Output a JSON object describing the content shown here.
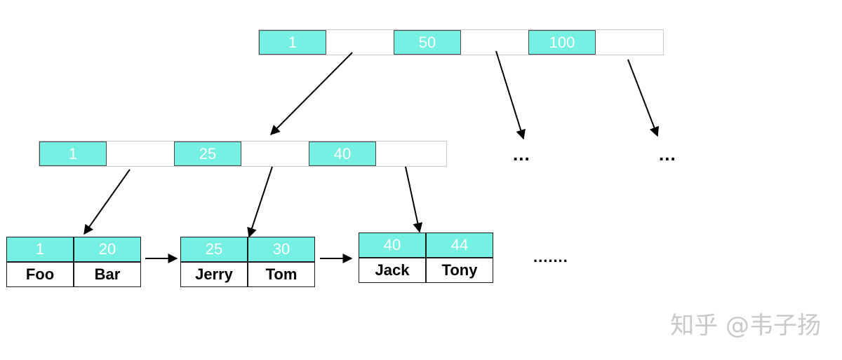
{
  "root": {
    "keys": [
      "1",
      "50",
      "100"
    ]
  },
  "internal": {
    "keys": [
      "1",
      "25",
      "40"
    ]
  },
  "leaves": [
    {
      "keys": [
        "1",
        "20"
      ],
      "values": [
        "Foo",
        "Bar"
      ]
    },
    {
      "keys": [
        "25",
        "30"
      ],
      "values": [
        "Jerry",
        "Tom"
      ]
    },
    {
      "keys": [
        "40",
        "44"
      ],
      "values": [
        "Jack",
        "Tony"
      ]
    }
  ],
  "ellipsis": {
    "short": "...",
    "long": "......."
  },
  "watermark": "知乎 @韦子扬",
  "colors": {
    "key_fill": "#75f0e2",
    "arrow": "#000000"
  }
}
